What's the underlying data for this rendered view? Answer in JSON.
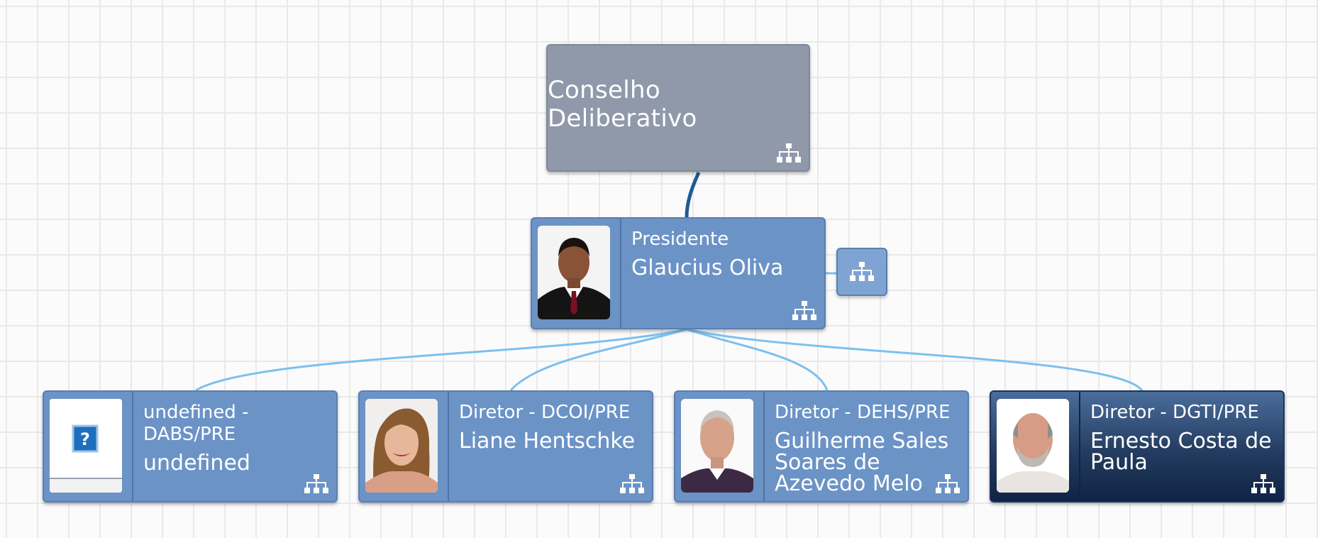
{
  "chart": {
    "root": {
      "title": "Conselho Deliberativo"
    },
    "president": {
      "title": "Presidente",
      "name": "Glaucius Oliva",
      "icon": "man-suit-portrait"
    },
    "directors": [
      {
        "title": "undefined - DABS/PRE",
        "name": "undefined",
        "icon": "missing-image-placeholder"
      },
      {
        "title": "Diretor - DCOI/PRE",
        "name": "Liane Hentschke",
        "icon": "woman-portrait"
      },
      {
        "title": "Diretor - DEHS/PRE",
        "name": "Guilherme Sales Soares de Azevedo Melo",
        "icon": "older-man-portrait"
      },
      {
        "title": "Diretor - DGTI/PRE",
        "name": "Ernesto Costa de Paula",
        "icon": "bald-man-portrait",
        "selected": true
      }
    ],
    "colors": {
      "node": "#6b93c6",
      "root": "#8f99aa",
      "selected": "#0f2445",
      "link_root": "#1f5a93",
      "link_children": "#7cc0ee"
    },
    "icons": [
      "org-chart-icon",
      "expand-subordinates-icon"
    ]
  }
}
